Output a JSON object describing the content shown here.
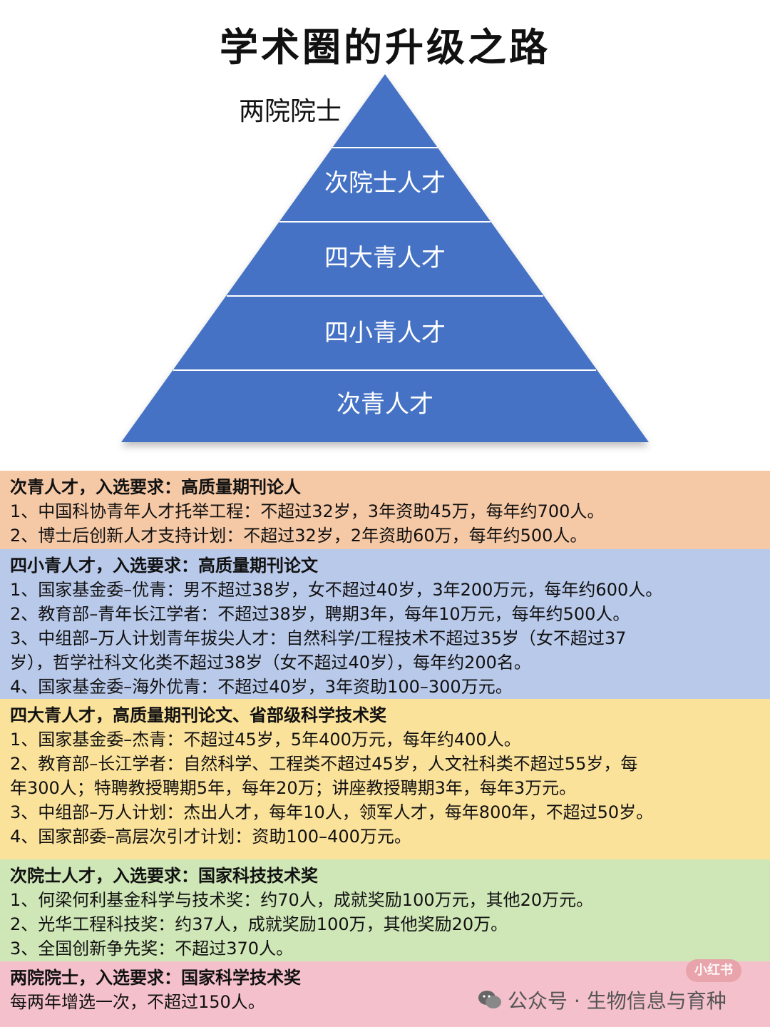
{
  "title": "学术圈的升级之路",
  "pyramid": {
    "apex_label": "两院院士",
    "levels": [
      "次院士人才",
      "四大青人才",
      "四小青人才",
      "次青人才"
    ],
    "fill_color": "#4472c4",
    "line_color": "#ffffff"
  },
  "sections": [
    {
      "color": "#f6c9a6",
      "heading": "次青人才，入选要求：高质量期刊论人",
      "lines": [
        "1、中国科协青年人才托举工程：不超过32岁，3年资助45万，每年约700人。",
        "2、博士后创新人才支持计划：不超过32岁，2年资助60万，每年约500人。"
      ]
    },
    {
      "color": "#b9c9ea",
      "heading": "四小青人才，入选要求：高质量期刊论文",
      "lines": [
        "1、国家基金委–优青：男不超过38岁，女不超过40岁，3年200万元，每年约600人。",
        "2、教育部–青年长江学者：不超过38岁，聘期3年，每年10万元，每年约500人。",
        "3、中组部–万人计划青年拔尖人才：自然科学/工程技术不超过35岁（女不超过37",
        "岁），哲学社科文化类不超过38岁（女不超过40岁），每年约200名。",
        "4、国家基金委–海外优青：不超过40岁，3年资助100–300万元。"
      ]
    },
    {
      "color": "#fbe29b",
      "heading": "四大青人才，高质量期刊论文、省部级科学技术奖",
      "lines": [
        "1、国家基金委–杰青：不超过45岁，5年400万元，每年约400人。",
        "2、教育部–长江学者：自然科学、工程类不超过45岁，人文社科类不超过55岁，每",
        "年300人；特聘教授聘期5年，每年20万；讲座教授聘期3年，每年3万元。",
        "3、中组部–万人计划：杰出人才，每年10人，领军人才，每年800年，不超过50岁。",
        "4、国家部委–高层次引才计划：资助100–400万元。"
      ]
    },
    {
      "color": "#cfe6b7",
      "heading": "次院士人才，入选要求：国家科技技术奖",
      "lines": [
        "1、何梁何利基金科学与技术奖：约70人，成就奖励100万元，其他20万元。",
        "2、光华工程科技奖：约37人，成就奖励100万，其他奖励20万。",
        "3、全国创新争先奖：不超过370人。"
      ]
    },
    {
      "color": "#f4c0cb",
      "heading": "两院院士，入选要求：国家科学技术奖",
      "lines": [
        "每两年增选一次，不超过150人。"
      ]
    }
  ],
  "watermark": {
    "text": "公众号 · 生物信息与育种",
    "icon": "wechat-icon"
  },
  "logo": "小红书"
}
